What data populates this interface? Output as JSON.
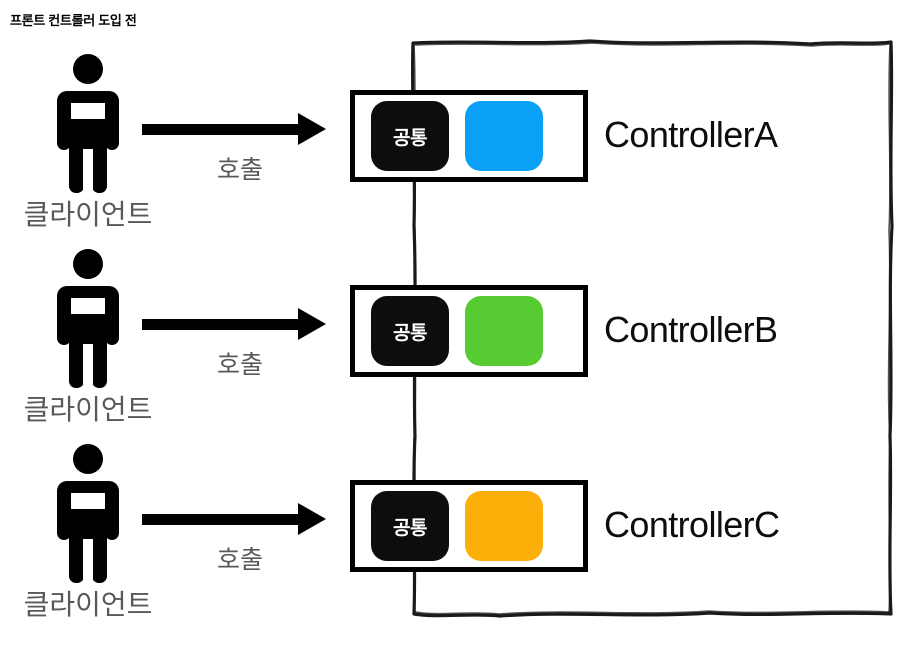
{
  "diagram": {
    "title": "프론트 컨트롤러 도입 전",
    "common_chip_label": "공통",
    "call_label": "호출",
    "client_label": "클라이언트",
    "colors": {
      "blue": "#09a0f5",
      "green": "#57cc32",
      "orange": "#fcaf09",
      "black": "#0d0d0d",
      "gray_text": "#595959",
      "frame": "#1a1a1a",
      "background": "#ffffff"
    },
    "rows": [
      {
        "client": "클라이언트",
        "arrow": "호출",
        "chip": "공통",
        "controller": "ControllerA",
        "color": "#09a0f5",
        "color_name": "blue"
      },
      {
        "client": "클라이언트",
        "arrow": "호출",
        "chip": "공통",
        "controller": "ControllerB",
        "color": "#57cc32",
        "color_name": "green"
      },
      {
        "client": "클라이언트",
        "arrow": "호출",
        "chip": "공통",
        "controller": "ControllerC",
        "color": "#fcaf09",
        "color_name": "orange"
      }
    ]
  }
}
